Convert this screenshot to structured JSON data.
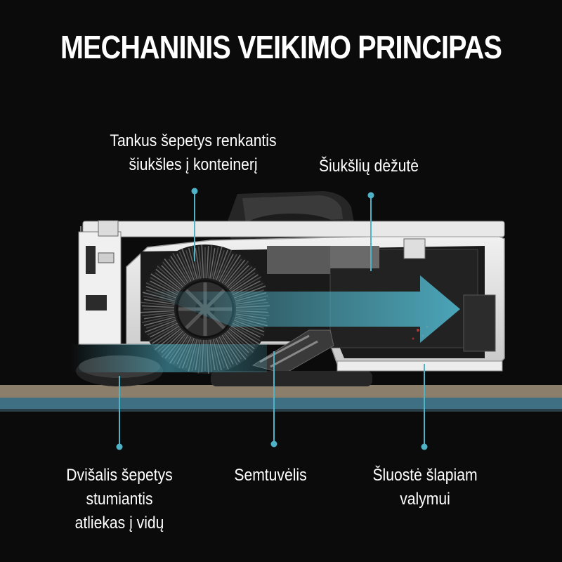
{
  "title": "MECHANINIS VEIKIMO PRINCIPAS",
  "labels": {
    "roller_brush": [
      "Tankus šepetys renkantis",
      "šiukšles į konteinerį"
    ],
    "dust_bin": [
      "Šiukšlių dėžutė"
    ],
    "dual_brush": [
      "Dvišalis šepetys",
      "stumiantis",
      "atliekas į vidų"
    ],
    "scoop": [
      "Semtuvėlis"
    ],
    "mop": [
      "Šluostė šlapiam",
      "valymui"
    ]
  },
  "colors": {
    "background": "#0b0b0b",
    "accent": "#4fb3c8",
    "floor": "#8b7f6c",
    "floor_stripe": "#3e6f82"
  }
}
